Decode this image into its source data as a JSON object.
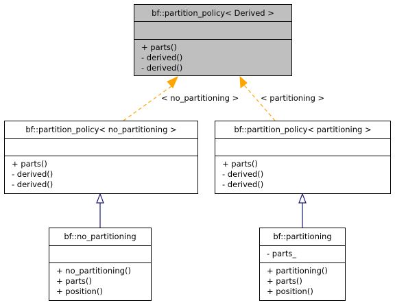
{
  "colors": {
    "root_fill": "#bfbfbf",
    "template_edge": "#ffa500",
    "inheritance_edge": "#191970"
  },
  "classes": {
    "root": {
      "name": "bf::partition_policy< Derived >",
      "attributes": [],
      "operations": [
        "+ parts()",
        "- derived()",
        "- derived()"
      ]
    },
    "policy_no": {
      "name": "bf::partition_policy< no_partitioning >",
      "attributes": [],
      "operations": [
        "+ parts()",
        "- derived()",
        "- derived()"
      ]
    },
    "policy_part": {
      "name": "bf::partition_policy< partitioning >",
      "attributes": [],
      "operations": [
        "+ parts()",
        "- derived()",
        "- derived()"
      ]
    },
    "no_partitioning": {
      "name": "bf::no_partitioning",
      "attributes": [],
      "operations": [
        "+ no_partitioning()",
        "+ parts()",
        "+ position()"
      ]
    },
    "partitioning": {
      "name": "bf::partitioning",
      "attributes": [
        "- parts_"
      ],
      "operations": [
        "+ partitioning()",
        "+ parts()",
        "+ position()"
      ]
    }
  },
  "edges": {
    "template_left_label": "< no_partitioning >",
    "template_right_label": "< partitioning >"
  }
}
